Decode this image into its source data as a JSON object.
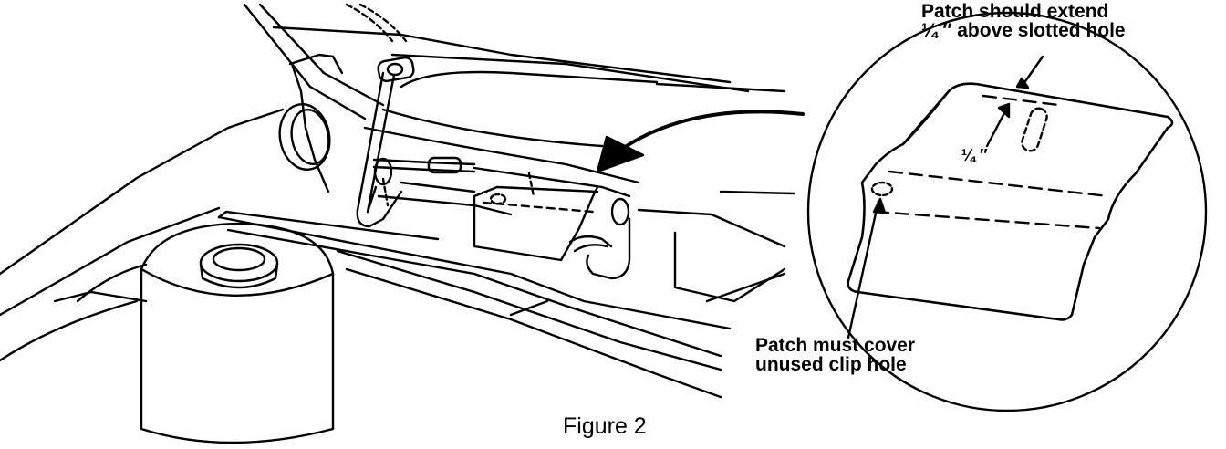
{
  "figure": {
    "callout_top_line1": "Patch should extend",
    "callout_top_line2": "¼ ″ above slotted hole",
    "dimension_label": "¼ ″",
    "callout_bottom_line1": "Patch must cover",
    "callout_bottom_line2": "unused clip hole",
    "caption": "Figure 2"
  }
}
